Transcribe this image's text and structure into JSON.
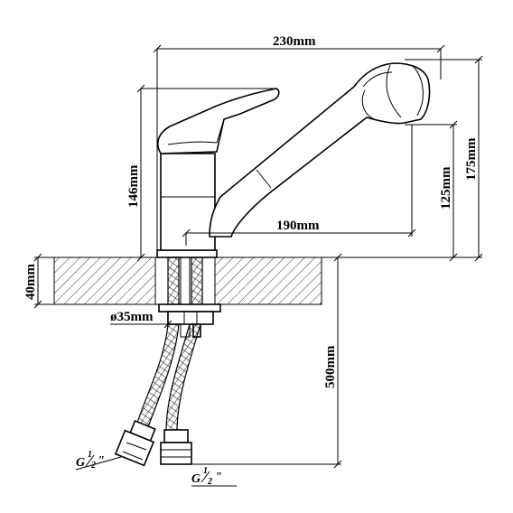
{
  "dimensions": {
    "width_total": "230mm",
    "height_body": "146mm",
    "height_total": "175mm",
    "height_spout": "125mm",
    "reach": "190mm",
    "max_counter_thickness": "40mm",
    "hole_diameter": "ø35mm",
    "hose_length": "500mm"
  },
  "connections": {
    "left": {
      "prefix": "G",
      "numerator": "1",
      "denominator": "2",
      "suffix": "\""
    },
    "right": {
      "prefix": "G",
      "numerator": "1",
      "denominator": "2",
      "suffix": "\""
    }
  },
  "colors": {
    "line": "#000000",
    "background": "#ffffff"
  }
}
